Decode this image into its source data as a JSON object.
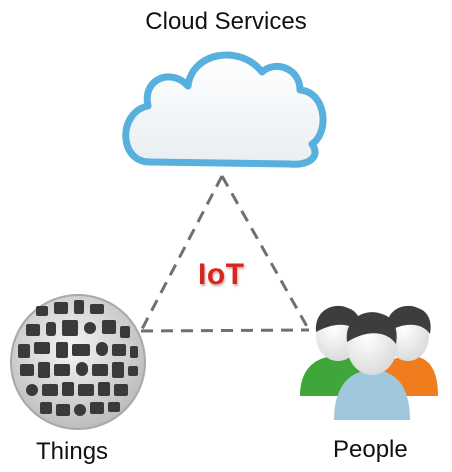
{
  "nodes": {
    "cloud": {
      "label": "Cloud Services",
      "icon": "cloud-icon"
    },
    "things": {
      "label": "Things",
      "icon": "devices-collage-icon"
    },
    "people": {
      "label": "People",
      "icon": "people-group-icon"
    }
  },
  "center_label": "IoT",
  "colors": {
    "connector": "#6f6f6f",
    "cloud_outline": "#57b0dd",
    "center_label": "#d7261e",
    "person_left_shirt": "#3fa63a",
    "person_right_shirt": "#f07d1d",
    "person_front_shirt": "#9fc7de",
    "hair": "#3d3d3d"
  }
}
